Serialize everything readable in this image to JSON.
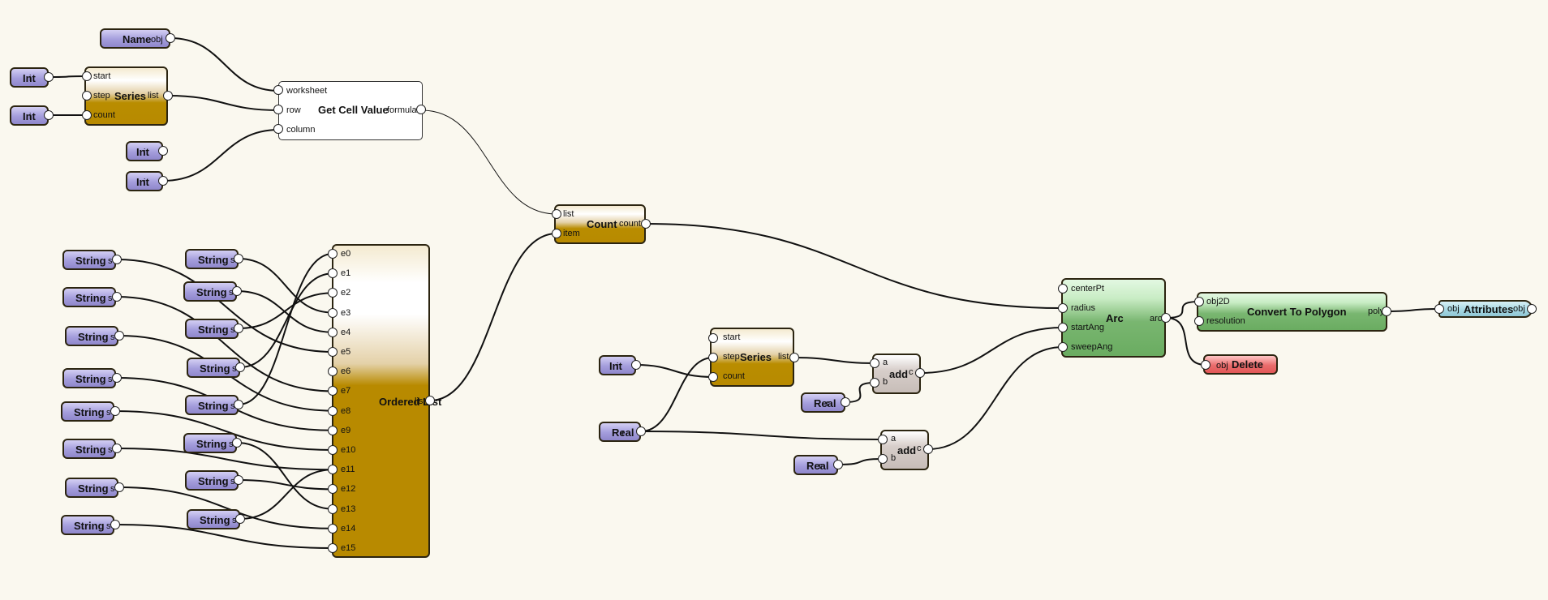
{
  "nodes": {
    "name": {
      "title": "Name",
      "out": "obj"
    },
    "int_start": {
      "title": "Int",
      "out": "i"
    },
    "int_count": {
      "title": "Int",
      "out": "i"
    },
    "series1": {
      "title": "Series",
      "inputs": [
        "start",
        "step",
        "count"
      ],
      "out": "list"
    },
    "int_a": {
      "title": "Int",
      "out": "i"
    },
    "int_b": {
      "title": "Int",
      "out": "i"
    },
    "getcell": {
      "title": "Get Cell Value",
      "inputs": [
        "worksheet",
        "row",
        "column"
      ],
      "out": "formula"
    },
    "count": {
      "title": "Count",
      "inputs": [
        "list",
        "item"
      ],
      "out": "count"
    },
    "strings": {
      "title": "String",
      "out": "s"
    },
    "ordered": {
      "title": "Ordered List",
      "out": "list",
      "inputs": [
        "e0",
        "e1",
        "e2",
        "e3",
        "e4",
        "e5",
        "e6",
        "e7",
        "e8",
        "e9",
        "e10",
        "e11",
        "e12",
        "e13",
        "e14",
        "e15"
      ]
    },
    "int_c": {
      "title": "Int",
      "out": "i"
    },
    "series2": {
      "title": "Series",
      "inputs": [
        "start",
        "step",
        "count"
      ],
      "out": "list"
    },
    "real_a": {
      "title": "Real",
      "out": "r"
    },
    "real_b": {
      "title": "Real",
      "out": "r"
    },
    "real_c": {
      "title": "Real",
      "out": "r"
    },
    "add1": {
      "title": "add",
      "inputs": [
        "a",
        "b"
      ],
      "out": "c"
    },
    "add2": {
      "title": "add",
      "inputs": [
        "a",
        "b"
      ],
      "out": "c"
    },
    "arc": {
      "title": "Arc",
      "inputs": [
        "centerPt",
        "radius",
        "startAng",
        "sweepAng"
      ],
      "out": "arc"
    },
    "convert": {
      "title": "Convert To Polygon",
      "inputs": [
        "obj2D",
        "resolution"
      ],
      "out": "poly"
    },
    "attributes": {
      "title": "Attributes",
      "in": "obj",
      "out": "obj"
    },
    "delete": {
      "title": "Delete",
      "in": "obj"
    }
  },
  "colors": {
    "wire": "#111111",
    "canvas": "#faf8ef"
  }
}
